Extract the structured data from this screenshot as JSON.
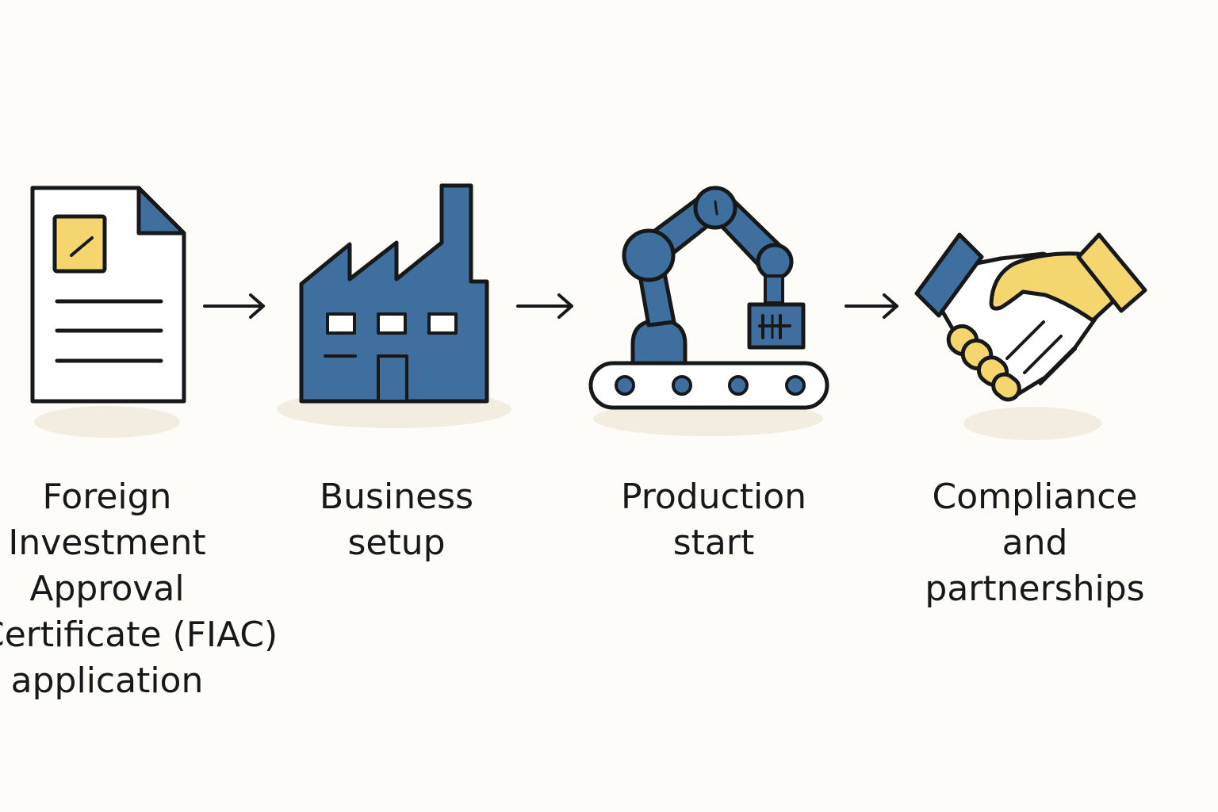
{
  "colors": {
    "background": "#fdfcf8",
    "blue": "#3f6f9e",
    "yellow": "#f5d56e",
    "outline": "#17181a",
    "shadow": "#f2ece1",
    "paper": "#ffffff"
  },
  "steps": [
    {
      "icon": "document-checkbox-icon",
      "label_lines": [
        "Foreign",
        "Investment",
        "Approval",
        "Certificate (FIAC)",
        "application"
      ]
    },
    {
      "icon": "factory-icon",
      "label_lines": [
        "Business",
        "setup"
      ]
    },
    {
      "icon": "robotic-arm-conveyor-icon",
      "label_lines": [
        "Production",
        "start"
      ]
    },
    {
      "icon": "handshake-icon",
      "label_lines": [
        "Compliance",
        "and",
        "partnerships"
      ]
    }
  ],
  "connectors": [
    {
      "icon": "arrow-right-icon"
    },
    {
      "icon": "arrow-right-icon"
    },
    {
      "icon": "arrow-right-icon"
    }
  ]
}
